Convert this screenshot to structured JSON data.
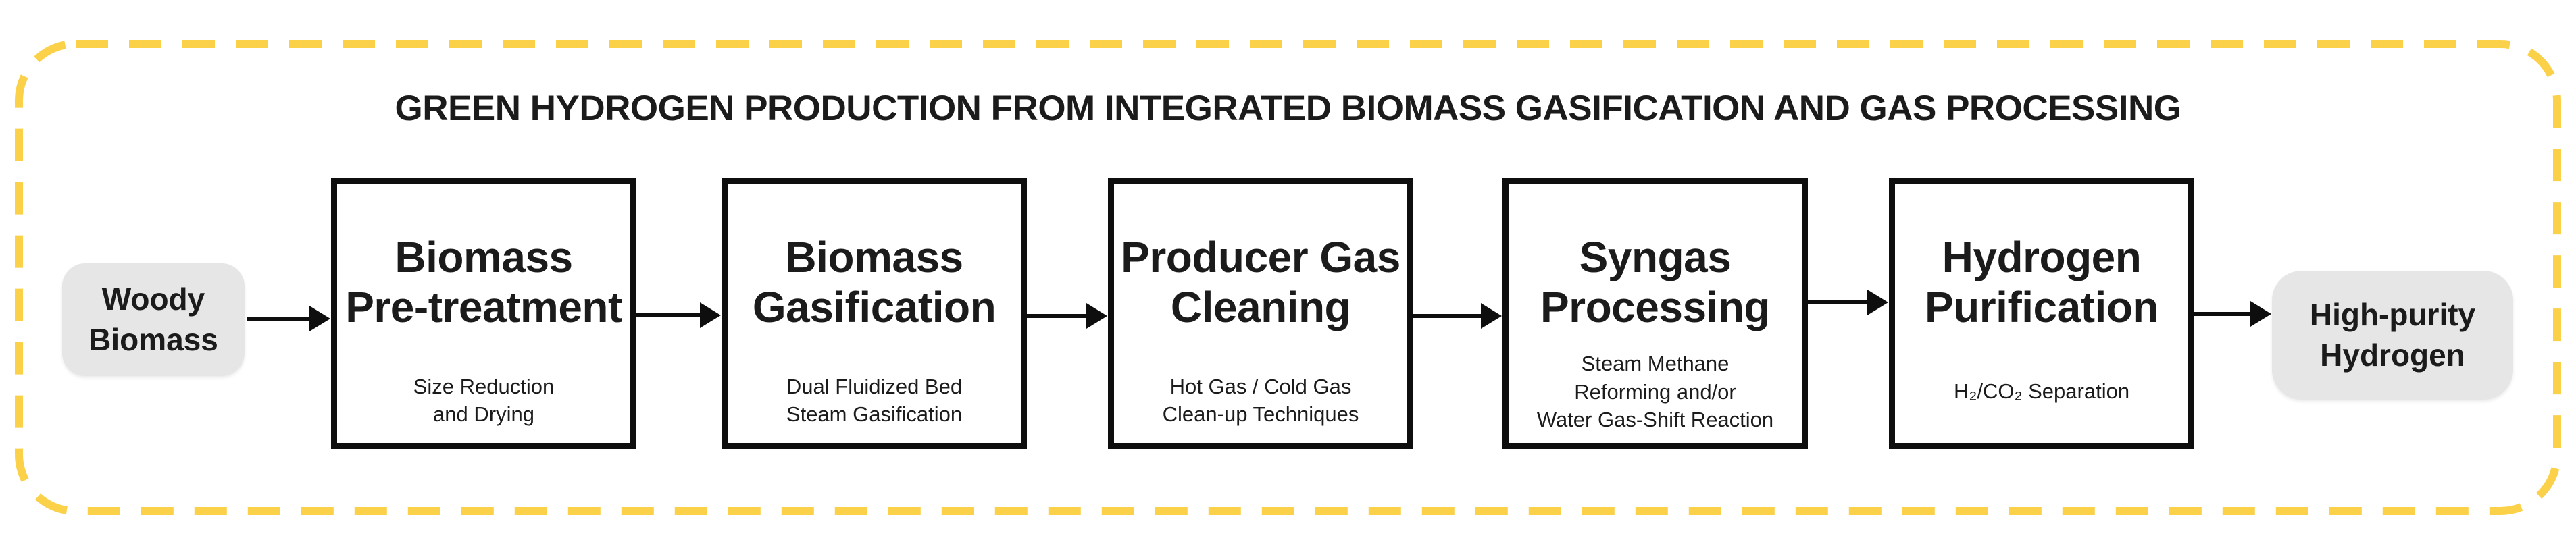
{
  "title": "GREEN HYDROGEN PRODUCTION FROM INTEGRATED BIOMASS GASIFICATION AND GAS PROCESSING",
  "input_node": {
    "line1": "Woody",
    "line2": "Biomass"
  },
  "output_node": {
    "line1": "High-purity",
    "line2": "Hydrogen"
  },
  "steps": [
    {
      "name_line1": "Biomass",
      "name_line2": "Pre-treatment",
      "detail_line1": "Size Reduction",
      "detail_line2": "and Drying"
    },
    {
      "name_line1": "Biomass",
      "name_line2": "Gasification",
      "detail_line1": "Dual Fluidized Bed",
      "detail_line2": "Steam Gasification"
    },
    {
      "name_line1": "Producer Gas",
      "name_line2": "Cleaning",
      "detail_line1": "Hot Gas / Cold Gas",
      "detail_line2": "Clean-up Techniques"
    },
    {
      "name_line1": "Syngas",
      "name_line2": "Processing",
      "detail_line1": "Steam Methane",
      "detail_line2": "Reforming and/or",
      "detail_line3": "Water Gas-Shift Reaction"
    },
    {
      "name_line1": "Hydrogen",
      "name_line2": "Purification",
      "detail_line1": "H₂/CO₂ Separation"
    }
  ],
  "colors": {
    "frame_dash_gold": "#FCD14A",
    "node_gray": "#E7E6E6",
    "box_border_black": "#0E0E0E",
    "text_black": "#1B1B1B"
  }
}
